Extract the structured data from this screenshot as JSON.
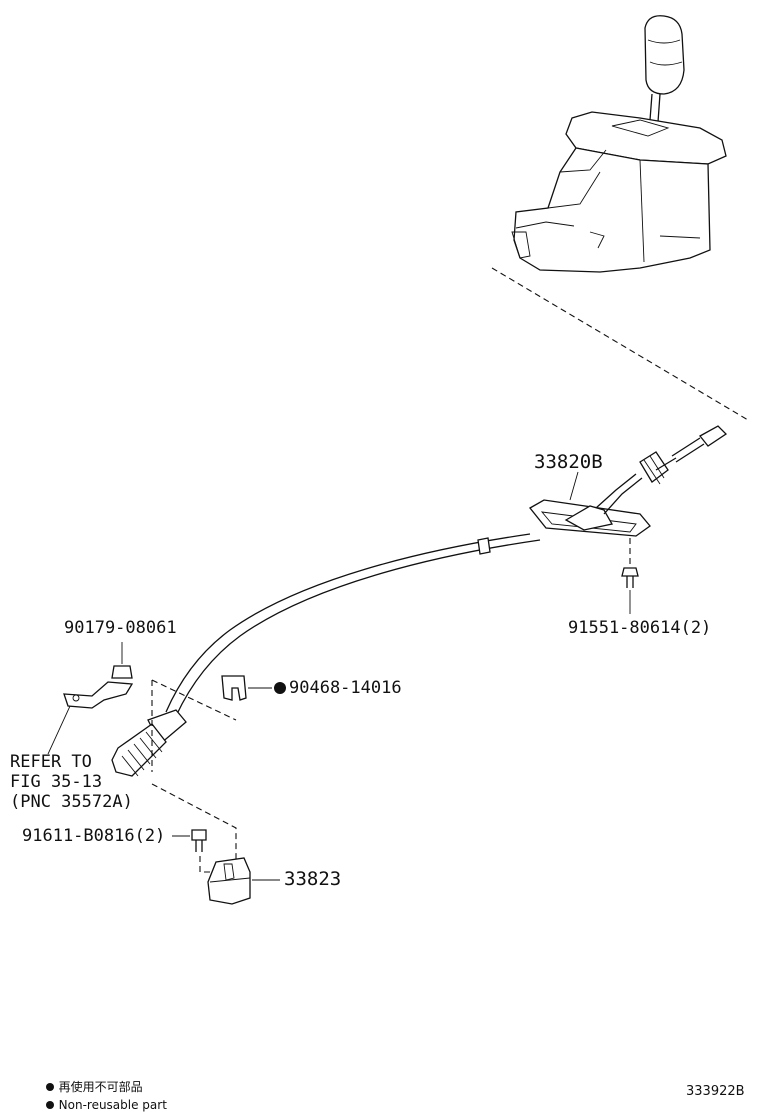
{
  "parts": {
    "shift_lever_cable_assy": "33820B",
    "bolt_top": "91551-80614(2)",
    "nut": "90179-08061",
    "clip_nonreusable": "90468-14016",
    "bolt_bottom": "91611-B0816(2)",
    "bracket": "33823"
  },
  "reference": {
    "line1": "REFER TO",
    "line2": "FIG 35-13",
    "line3": "(PNC 35572A)"
  },
  "legend": {
    "japanese": "再使用不可部品",
    "english": "Non-reusable part"
  },
  "illustration_code": "333922B",
  "icons": [
    "shift-lever-knob-icon",
    "bullet-dot-icon"
  ]
}
